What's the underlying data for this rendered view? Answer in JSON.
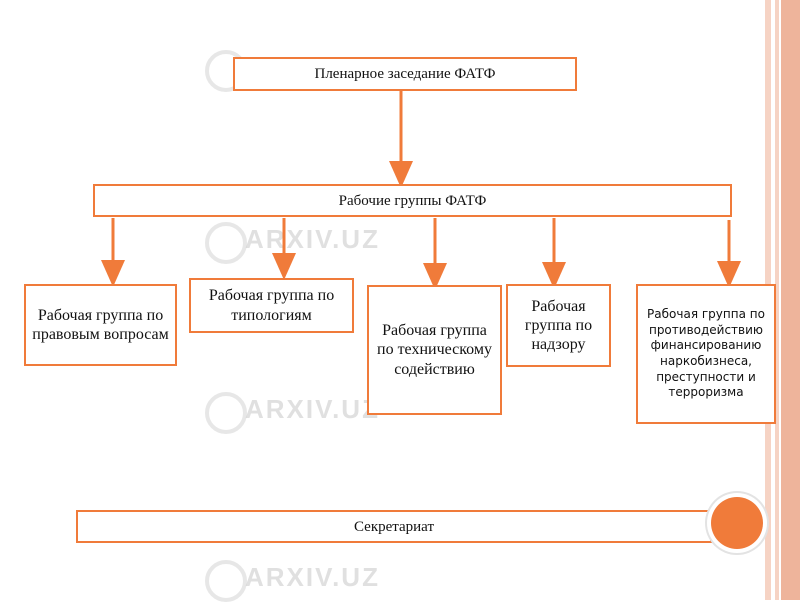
{
  "diagram": {
    "top": "Пленарное заседание ФАТФ",
    "groups_header": "Рабочие группы ФАТФ",
    "groups": [
      "Рабочая группа по правовым вопросам",
      "Рабочая группа по типологиям",
      "Рабочая группа по техническому содействию",
      "Рабочая группа по надзору",
      "Рабочая группа по противодействию финансированию наркобизнеса, преступности и терроризма"
    ],
    "secretariat": "Секретариат"
  },
  "watermark": {
    "text": "ARXIV.UZ"
  },
  "colors": {
    "accent": "#f07b3a",
    "band_light": "#f6d3c4",
    "band_mid": "#eeb49b"
  }
}
